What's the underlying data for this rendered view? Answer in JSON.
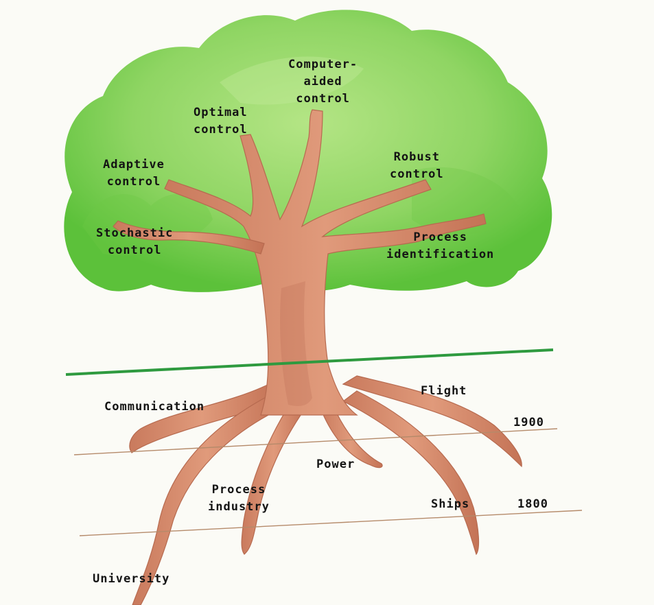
{
  "branches": {
    "computer_aided": [
      "Computer-",
      "aided",
      "control"
    ],
    "optimal": [
      "Optimal",
      "control"
    ],
    "adaptive": [
      "Adaptive",
      "control"
    ],
    "robust": [
      "Robust",
      "control"
    ],
    "stochastic": [
      "Stochastic",
      "control"
    ],
    "process_identification": [
      "Process",
      "identification"
    ]
  },
  "roots": {
    "communication": "Communication",
    "flight": "Flight",
    "power": "Power",
    "process_industry": [
      "Process",
      "industry"
    ],
    "ships": "Ships",
    "university": "University"
  },
  "timeline": {
    "year_1900": "1900",
    "year_1800": "1800"
  },
  "colors": {
    "canopy_dark": "#5cc13a",
    "canopy_light": "#a9e07a",
    "trunk": "#d98a6c",
    "trunk_shade": "#b9694e",
    "ground_line": "#2e9a3f",
    "timeline_line": "#b58a6a"
  }
}
